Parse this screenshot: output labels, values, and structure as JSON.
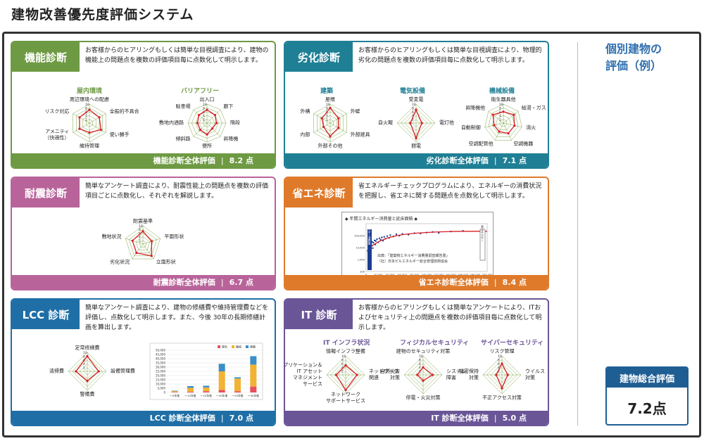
{
  "page_title": "建物改善優先度評価システム",
  "side": {
    "title_line1": "個別建物の",
    "title_line2": "評価（例）"
  },
  "total": {
    "label": "建物総合評価",
    "value": "7.2点"
  },
  "colors": {
    "kino": "#6e9a43",
    "rekka": "#1f7f95",
    "taishin": "#b8649a",
    "shoene": "#df7a2b",
    "lcc": "#1f6fa6",
    "it": "#6a5597",
    "radar": "#d81e24"
  },
  "cards": {
    "kino": {
      "head": "機能診断",
      "desc": "お客様からのヒアリングもしくは簡単な目視調査により、建物の機能上の問題点を複数の評価項目毎に点数化して明示します。",
      "foot_label": "機能診断全体評価",
      "foot_score": "8.2 点",
      "radar1": {
        "title": "屋内環境",
        "labels": [
          "周辺環境への配慮",
          "全般的不具合",
          "使い勝手",
          "維持管理",
          "アメニティ\n（快適性）",
          "リスク対応"
        ],
        "values": [
          7,
          6,
          7,
          5,
          6,
          6
        ]
      },
      "radar2": {
        "title": "バリアフリー",
        "labels": [
          "出入口",
          "廊下",
          "階段",
          "昇降機",
          "便所",
          "傾斜路",
          "敷地内通路",
          "駐車場"
        ],
        "values": [
          7,
          6,
          5,
          4,
          6,
          5,
          5,
          6
        ]
      }
    },
    "rekka": {
      "head": "劣化診断",
      "desc": "お客様からのヒアリングもしくは簡単な目視調査により、物理的劣化の問題点を複数の評価項目毎に点数化して明示します。",
      "foot_label": "劣化診断全体評価",
      "foot_score": "7.1 点",
      "radar1": {
        "title": "建築",
        "labels": [
          "屋根",
          "外壁",
          "外部建具",
          "外部その他",
          "内部",
          "外構"
        ],
        "values": [
          8,
          5,
          5,
          7,
          4,
          5
        ]
      },
      "radar2": {
        "title": "電気設備",
        "labels": [
          "受変電",
          "電灯他",
          "弱電",
          "自火報"
        ],
        "values": [
          7,
          3,
          8,
          3
        ]
      },
      "radar3": {
        "title": "機械設備",
        "labels": [
          "衛生器具他",
          "給湯・ガス",
          "消火",
          "空調機器",
          "空調配管他",
          "自動制御",
          "昇降機他"
        ],
        "values": [
          6,
          7,
          6,
          6,
          5,
          5,
          7
        ]
      }
    },
    "taishin": {
      "head": "耐震診断",
      "desc": "簡単なアンケート調査により、耐震性能上の問題点を複数の評価項目ごとに点数化し、それぞれを解説します。",
      "foot_label": "耐震診断全体評価",
      "foot_score": "6.7 点",
      "radar1": {
        "title": "",
        "labels": [
          "耐震基準",
          "平面形状",
          "立面形状",
          "劣化状況",
          "敷地状況"
        ],
        "values": [
          7,
          5,
          8,
          6,
          6
        ]
      }
    },
    "shoene": {
      "head": "省エネ診断",
      "desc": "省エネルギーチェックプログラムにより、エネルギーの消費状況を把握し、省エネに関する問題点を点数化して明示します。",
      "foot_label": "省エネ診断全体評価",
      "foot_score": "8.4 点",
      "chart_title": "◆ 年間エネルギー消費量と延床面積 ◆",
      "note1": "出典：「建築物エネルギー消費量調査報告書」",
      "note2": "（社）日本ビルエネルギー総合管理技術協会",
      "left_tag": "エネルギー消費量",
      "right_tag": "省エネルギー"
    },
    "lcc": {
      "head": "LCC 診断",
      "desc": "簡単なアンケート調査により、建物の修繕費や維持管理費などを評価し、点数化して明示します。また、今後 30年の長期修繕計画を算出します。",
      "foot_label": "LCC 診断全体評価",
      "foot_score": "7.0 点",
      "radar1": {
        "title": "",
        "labels": [
          "定常修繕費",
          "設備管理費",
          "警備費",
          "清掃費"
        ],
        "values": [
          8,
          6,
          5,
          6
        ]
      }
    },
    "it": {
      "head": "IT 診断",
      "desc": "お客様からのヒアリングもしくは簡単なアンケートにより、ITおよびセキュリティ上の問題点を複数の評価項目毎に点数化して明示します。",
      "foot_label": "IT 診断全体評価",
      "foot_score": "5.0 点",
      "radar1": {
        "title": "IT インフラ状況",
        "labels": [
          "情報インフラ整備",
          "ネットワーク\n関連",
          "ネットワーク\nサポートサービス",
          "アプリケーション＆\nIT アセット\nマネジメント\nサービス"
        ],
        "values": [
          5,
          6,
          8,
          5
        ]
      },
      "radar2": {
        "title": "フィジカルセキュリティ",
        "labels": [
          "建物のセキュリティ対策",
          "システム\n障害",
          "停電・火災対策",
          "自然災害\n対策"
        ],
        "values": [
          4,
          5,
          3,
          3
        ]
      },
      "radar3": {
        "title": "サイバーセキュリティ",
        "labels": [
          "リスク管理",
          "ウイルス\n対策",
          "不正アクセス対策",
          "機密保持\n対策"
        ],
        "values": [
          6,
          3,
          7,
          3
        ]
      }
    }
  },
  "chart_data": [
    {
      "type": "scatter",
      "title": "年間エネルギー消費量と延床面積",
      "xlabel": "",
      "ylabel": "",
      "x_ticks": [
        "0",
        "20,000",
        "40,000",
        "60,000",
        "80,000",
        "100,000",
        "120,000",
        "140,000",
        "160,000",
        "180,000",
        "200,000"
      ],
      "y_ticks": [
        "100,000",
        "10,000",
        "1,000",
        "100"
      ],
      "xlim": [
        0,
        200000
      ],
      "ylim_log": [
        100,
        1000000
      ],
      "points": [
        [
          3000,
          5000
        ],
        [
          5000,
          12000
        ],
        [
          6000,
          8000
        ],
        [
          8000,
          20000
        ],
        [
          9000,
          15000
        ],
        [
          10000,
          30000
        ],
        [
          11000,
          9000
        ],
        [
          12000,
          25000
        ],
        [
          14000,
          40000
        ],
        [
          15000,
          18000
        ],
        [
          16000,
          35000
        ],
        [
          18000,
          50000
        ],
        [
          20000,
          28000
        ],
        [
          22000,
          60000
        ],
        [
          24000,
          45000
        ],
        [
          26000,
          70000
        ],
        [
          28000,
          38000
        ],
        [
          30000,
          80000
        ],
        [
          32000,
          55000
        ],
        [
          35000,
          90000
        ],
        [
          38000,
          65000
        ],
        [
          40000,
          110000
        ],
        [
          45000,
          85000
        ],
        [
          50000,
          130000
        ],
        [
          55000,
          100000
        ],
        [
          60000,
          140000
        ],
        [
          70000,
          120000
        ],
        [
          80000,
          160000
        ],
        [
          90000,
          150000
        ],
        [
          100000,
          180000
        ],
        [
          110000,
          200000
        ],
        [
          120000,
          170000
        ],
        [
          140000,
          220000
        ],
        [
          160000,
          250000
        ]
      ]
    },
    {
      "type": "bar",
      "title": "",
      "categories": [
        "〜5年後",
        "〜10年後",
        "〜15年後",
        "〜20年後",
        "〜25年後",
        "〜30年後"
      ],
      "ylim": [
        0,
        50000
      ],
      "y_ticks": [
        "50,000",
        "45,000",
        "40,000",
        "35,000",
        "30,000",
        "25,000",
        "20,000",
        "15,000",
        "10,000",
        "5,000",
        "0"
      ],
      "series": [
        {
          "name": "電気",
          "color": "#e8505b",
          "values": [
            600,
            1000,
            1500,
            3000,
            1500,
            7000
          ]
        },
        {
          "name": "機械",
          "color": "#f2b233",
          "values": [
            1000,
            4500,
            4500,
            22000,
            15000,
            26000
          ]
        },
        {
          "name": "建築",
          "color": "#3a8fc7",
          "values": [
            500,
            2000,
            2000,
            9000,
            1500,
            10000
          ]
        }
      ]
    }
  ]
}
